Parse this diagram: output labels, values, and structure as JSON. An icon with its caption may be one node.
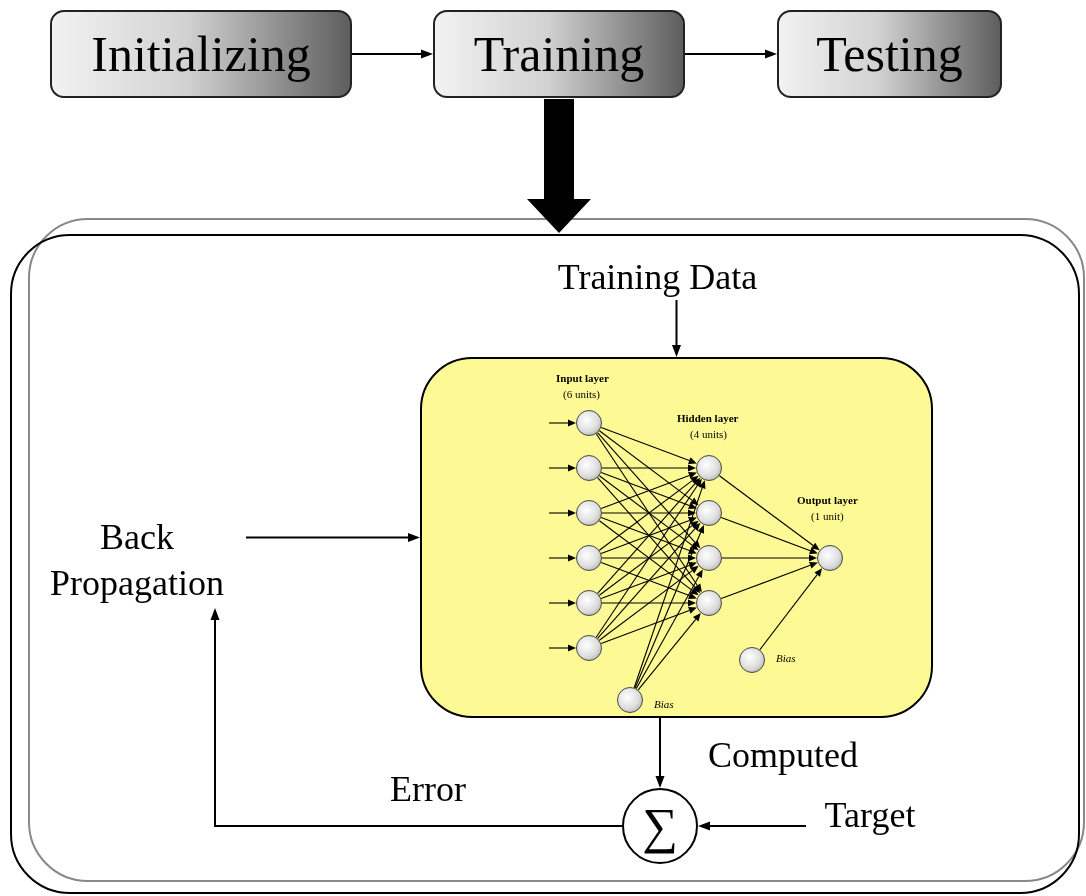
{
  "diagram": {
    "nodes": [
      {
        "text": [
          "Initializing"
        ]
      },
      {
        "text": [
          "Training"
        ]
      },
      {
        "text": [
          "Testing"
        ]
      },
      {
        "text": [],
        "shape": "box"
      },
      {
        "text": [
          "Training Data"
        ],
        "in": 3
      },
      {
        "text": [],
        "shape": "box",
        "in": 3
      },
      {
        "text": [],
        "shape": "circle",
        "in": 5
      },
      {
        "text": [],
        "shape": "circle",
        "in": 5
      },
      {
        "text": [],
        "shape": "circle",
        "in": 5
      },
      {
        "text": [],
        "shape": "circle",
        "in": 5
      },
      {
        "text": [],
        "shape": "circle",
        "in": 5
      },
      {
        "text": [],
        "shape": "circle",
        "in": 5
      },
      {
        "text": [],
        "shape": "circle",
        "in": 5
      },
      {
        "text": [],
        "shape": "circle",
        "in": 5
      },
      {
        "text": [],
        "shape": "circle",
        "in": 5
      },
      {
        "text": [],
        "shape": "circle",
        "in": 5
      },
      {
        "text": [],
        "shape": "circle",
        "in": 5
      },
      {
        "text": [],
        "shape": "circle",
        "in": 5,
        "beside": [
          "Bias"
        ]
      },
      {
        "text": [],
        "shape": "circle",
        "in": 5,
        "beside": [
          "Bias"
        ]
      },
      {
        "text": [
          "Back Propagation"
        ],
        "in": 3
      },
      {
        "text": [
          "∑"
        ],
        "in": 3
      },
      {
        "text": [
          "Target"
        ],
        "in": 3
      }
    ],
    "edges": [
      {
        "from": 0,
        "to": 1,
        "arrow": "to"
      },
      {
        "from": 1,
        "to": 2,
        "arrow": "to"
      },
      {
        "from": 1,
        "to": 3,
        "arrow": "to",
        "style": "thick"
      },
      {
        "from": 4,
        "to": 5,
        "arrow": "to"
      },
      {
        "from": 19,
        "to": 5,
        "arrow": "to"
      },
      {
        "from": 5,
        "to": 20,
        "arrow": "to",
        "label": "Computed"
      },
      {
        "from": 21,
        "to": 20,
        "arrow": "to"
      },
      {
        "from": 20,
        "to": 19,
        "arrow": "to",
        "label": "Error"
      },
      {
        "from": null,
        "to": 6,
        "arrow": "to"
      },
      {
        "from": null,
        "to": 7,
        "arrow": "to"
      },
      {
        "from": null,
        "to": 8,
        "arrow": "to"
      },
      {
        "from": null,
        "to": 9,
        "arrow": "to"
      },
      {
        "from": null,
        "to": 10,
        "arrow": "to"
      },
      {
        "from": null,
        "to": 11,
        "arrow": "to"
      },
      {
        "from": 6,
        "to": 12,
        "arrow": "to"
      },
      {
        "from": 6,
        "to": 13,
        "arrow": "to"
      },
      {
        "from": 6,
        "to": 14,
        "arrow": "to"
      },
      {
        "from": 6,
        "to": 15,
        "arrow": "to"
      },
      {
        "from": 7,
        "to": 12,
        "arrow": "to"
      },
      {
        "from": 7,
        "to": 13,
        "arrow": "to"
      },
      {
        "from": 7,
        "to": 14,
        "arrow": "to"
      },
      {
        "from": 7,
        "to": 15,
        "arrow": "to"
      },
      {
        "from": 8,
        "to": 12,
        "arrow": "to"
      },
      {
        "from": 8,
        "to": 13,
        "arrow": "to"
      },
      {
        "from": 8,
        "to": 14,
        "arrow": "to"
      },
      {
        "from": 8,
        "to": 15,
        "arrow": "to"
      },
      {
        "from": 9,
        "to": 12,
        "arrow": "to"
      },
      {
        "from": 9,
        "to": 13,
        "arrow": "to"
      },
      {
        "from": 9,
        "to": 14,
        "arrow": "to"
      },
      {
        "from": 9,
        "to": 15,
        "arrow": "to"
      },
      {
        "from": 10,
        "to": 12,
        "arrow": "to"
      },
      {
        "from": 10,
        "to": 13,
        "arrow": "to"
      },
      {
        "from": 10,
        "to": 14,
        "arrow": "to"
      },
      {
        "from": 10,
        "to": 15,
        "arrow": "to"
      },
      {
        "from": 11,
        "to": 12,
        "arrow": "to"
      },
      {
        "from": 11,
        "to": 13,
        "arrow": "to"
      },
      {
        "from": 11,
        "to": 14,
        "arrow": "to"
      },
      {
        "from": 11,
        "to": 15,
        "arrow": "to"
      },
      {
        "from": 18,
        "to": 12,
        "arrow": "to"
      },
      {
        "from": 18,
        "to": 13,
        "arrow": "to"
      },
      {
        "from": 18,
        "to": 14,
        "arrow": "to"
      },
      {
        "from": 18,
        "to": 15,
        "arrow": "to"
      },
      {
        "from": 12,
        "to": 16,
        "arrow": "to"
      },
      {
        "from": 13,
        "to": 16,
        "arrow": "to"
      },
      {
        "from": 14,
        "to": 16,
        "arrow": "to"
      },
      {
        "from": 15,
        "to": 16,
        "arrow": "to"
      },
      {
        "from": 17,
        "to": 16,
        "arrow": "to"
      }
    ],
    "labels": [
      "Input layer",
      "(6 units)",
      "Hidden layer",
      "(4 units)",
      "Output layer",
      "(1 unit)"
    ]
  }
}
